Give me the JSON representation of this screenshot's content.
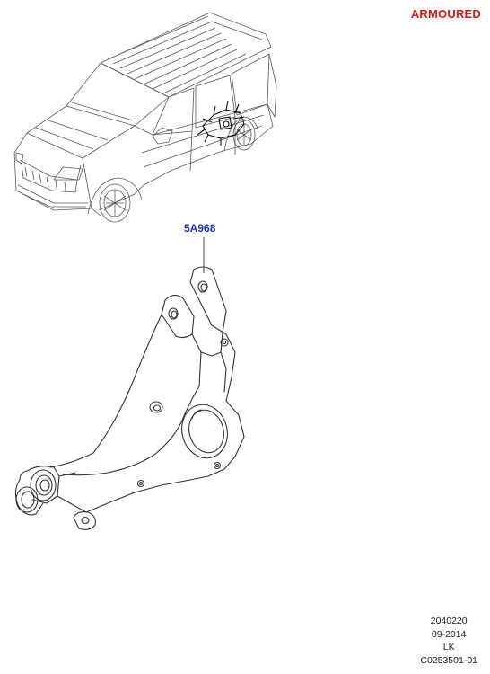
{
  "header": {
    "tag": "ARMOURED"
  },
  "callout": {
    "part_number": "5A968"
  },
  "footer": {
    "lines": [
      "2040220",
      "09-2014",
      "LK",
      "C0253501-01"
    ]
  },
  "colors": {
    "tag": "#e01616",
    "callout": "#1f2fb0",
    "line": "#3a3a3a"
  },
  "icons": {
    "vehicle": "suv-outline-icon",
    "part": "rear-knuckle-icon"
  }
}
